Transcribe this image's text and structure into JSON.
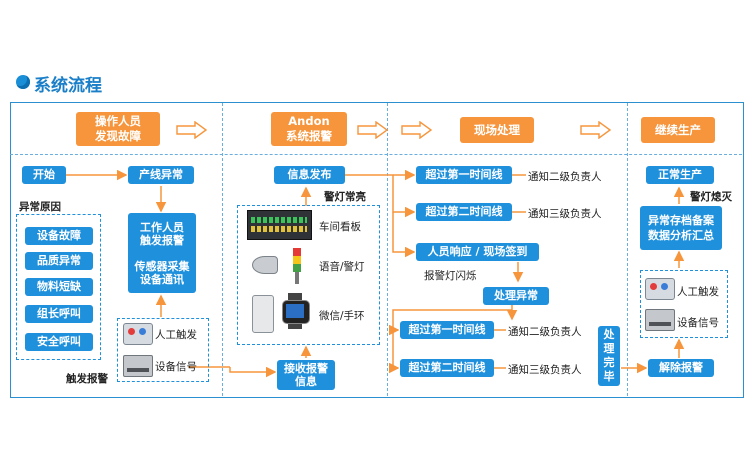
{
  "section": {
    "title": "系统流程"
  },
  "stages": [
    "操作人员\n发现故障",
    "Andon\n系统报警",
    "现场处理",
    "继续生产"
  ],
  "col1": {
    "start": "开始",
    "line_abnormal": "产线异常",
    "abnormal_cause_label": "异常原因",
    "causes": [
      "设备故障",
      "品质异常",
      "物料短缺",
      "组长呼叫",
      "安全呼叫"
    ],
    "trigger_box": "工作人员\n触发报警\n\n传感器采集\n设备通讯",
    "manual_trigger": "人工触发",
    "device_signal": "设备信号",
    "trigger_alarm_label": "触发报警"
  },
  "col2": {
    "info_publish": "信息发布",
    "light_on_label": "警灯常亮",
    "workshop_board": "车间看板",
    "voice_light": "语音/警灯",
    "wechat_band": "微信/手环",
    "receive_alarm": "接收报警\n信息"
  },
  "col3": {
    "exceed_first_1": "超过第一时间线",
    "notify_second_1": "通知二级负责人",
    "exceed_second_1": "超过第二时间线",
    "notify_third_1": "通知三级负责人",
    "response": "人员响应 / 现场签到",
    "light_flash": "报警灯闪烁",
    "handle_abnormal": "处理异常",
    "exceed_first_2": "超过第一时间线",
    "notify_second_2": "通知二级负责人",
    "exceed_second_2": "超过第二时间线",
    "notify_third_2": "通知三级负责人",
    "handle_done": "处理完毕"
  },
  "col4": {
    "normal_production": "正常生产",
    "light_off_label": "警灯熄灭",
    "archive": "异常存档备案\n数据分析汇总",
    "manual_trigger": "人工触发",
    "device_signal": "设备信号",
    "clear_alarm": "解除报警"
  },
  "colors": {
    "blue": "#1e90dc",
    "orange": "#f6953c",
    "frame": "#2a90d0"
  }
}
